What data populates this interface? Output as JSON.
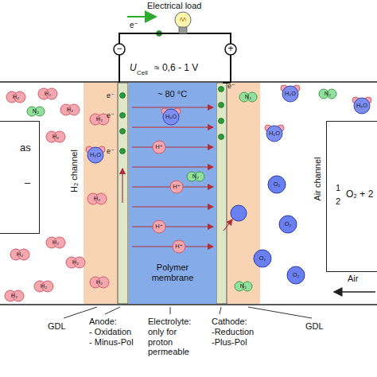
{
  "diagram": {
    "nodes": [
      {
        "text": [
          "as",
          "–"
        ]
      },
      {
        "text": [
          "~ 80 °C",
          "Polymer membrane"
        ]
      },
      {
        "text": [
          "1",
          "2",
          "O₂ + 2"
        ]
      }
    ],
    "labels": [
      "Electrical load",
      "e⁻",
      "−",
      "+",
      "U",
      "Cell",
      "≈ 0,6 - 1 V",
      "H₂ channel",
      "Air channel",
      "Air",
      "GDL",
      "Anode:",
      "- Oxidation",
      "- Minus-Pol",
      "Electrolyte:",
      "only for proton permeable",
      "Cathode:",
      "-Reduction",
      "-Plus-Pol",
      "GDL",
      "e⁻",
      "e⁻",
      "e⁻",
      "e⁻",
      "H₂",
      "H₂",
      "H₂",
      "H₂",
      "H₂",
      "H₂",
      "H₂",
      "H₂",
      "H₂",
      "H₂",
      "H₂",
      "H₂",
      "N₂",
      "N₂",
      "N₂",
      "N₂",
      "N₂",
      "H₂O",
      "H₂O",
      "H₂O",
      "H₂O",
      "H₂O",
      "O₂",
      "O₂",
      "O₂",
      "O₂",
      "H⁺",
      "H⁺",
      "H⁺",
      "H⁺"
    ]
  }
}
